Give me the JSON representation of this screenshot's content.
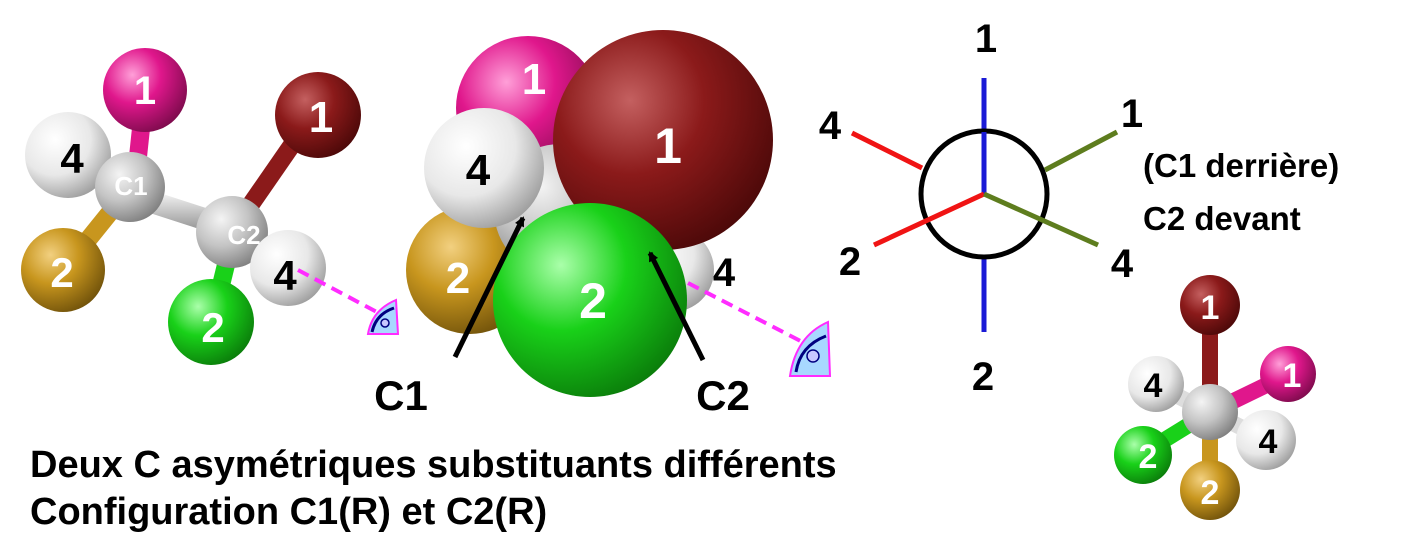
{
  "colors": {
    "priority1_pink": "#e0178c",
    "priority1_maroon": "#8b1a1a",
    "priority2_green": "#19d119",
    "priority2_gold": "#c8961e",
    "priority4_white": "#f2f2f2",
    "carbon_grey": "#c8c8c8",
    "sight_line": "#ff2cff",
    "newman_front_c1": "#1a1ad6",
    "newman_red": "#f01414",
    "newman_olive": "#5e7d1e",
    "eye_fill": "#a8d8ff"
  },
  "ball_and_stick": {
    "c1_label": "C1",
    "c2_label": "C2",
    "c1_subs": [
      "1",
      "4",
      "2"
    ],
    "c2_subs": [
      "1",
      "2",
      "4"
    ]
  },
  "space_filling": {
    "c1_subs": [
      "1",
      "4",
      "2"
    ],
    "c2_subs": [
      "1",
      "2",
      "4"
    ],
    "pointer_c1": "C1",
    "pointer_c2": "C2"
  },
  "newman": {
    "rear_labels": {
      "top": "1",
      "bottom": "2"
    },
    "front_labels": {
      "left_upper": "4",
      "left_lower": "2",
      "right_upper": "1",
      "right_lower": "4"
    },
    "note_c1": "(C1 derrière)",
    "note_c2": "C2 devant"
  },
  "small_model": {
    "subs": [
      "1",
      "1",
      "4",
      "4",
      "2",
      "2"
    ]
  },
  "caption": {
    "line1": "Deux C asymétriques substituants différents",
    "line2": "Configuration C1(R) et C2(R)"
  }
}
